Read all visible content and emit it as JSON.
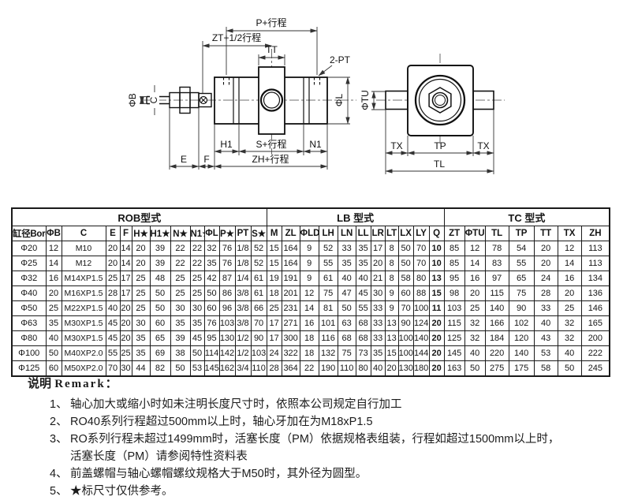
{
  "diagrams": {
    "side_view": {
      "dim_p": "P+行程",
      "dim_zt": "ZT+1/2行程",
      "dim_tt": "TT",
      "dim_2pt": "2-PT",
      "dim_phiB": "ΦB",
      "dim_c": "C",
      "dim_phiL": "ΦL",
      "dim_h1": "H1",
      "dim_s": "S+行程",
      "dim_n1": "N1",
      "dim_e": "E",
      "dim_f": "F",
      "dim_zh": "ZH+行程"
    },
    "end_view": {
      "dim_phiTU": "ΦTU",
      "dim_tx_left": "TX",
      "dim_tp": "TP",
      "dim_tx_right": "TX",
      "dim_tl": "TL"
    }
  },
  "table": {
    "groups": [
      {
        "label": "ROB型式",
        "span": 13
      },
      {
        "label": "LB 型式",
        "span": 11
      },
      {
        "label": "TC 型式",
        "span": 7
      }
    ],
    "columns": [
      "缸径Bore",
      "ΦB",
      "C",
      "E",
      "F",
      "H★",
      "H1★",
      "N★",
      "N1★",
      "ΦL",
      "P★",
      "PT",
      "S★",
      "M",
      "ZL",
      "ΦLD",
      "LH",
      "LN",
      "LL",
      "LR",
      "LT",
      "LX",
      "LY",
      "Q",
      "ZT",
      "ΦTU",
      "TL",
      "TP",
      "TT",
      "TX",
      "ZH"
    ],
    "rows": [
      [
        "Φ20",
        "12",
        "M10",
        "20",
        "14",
        "20",
        "39",
        "22",
        "22",
        "32",
        "76",
        "1/8",
        "52",
        "15",
        "164",
        "9",
        "52",
        "33",
        "35",
        "17",
        "8",
        "50",
        "70",
        "10",
        "85",
        "12",
        "78",
        "54",
        "20",
        "12",
        "113"
      ],
      [
        "Φ25",
        "14",
        "M12",
        "20",
        "14",
        "20",
        "39",
        "22",
        "22",
        "35",
        "76",
        "1/8",
        "52",
        "15",
        "164",
        "9",
        "55",
        "35",
        "35",
        "20",
        "8",
        "50",
        "70",
        "10",
        "85",
        "14",
        "83",
        "55",
        "20",
        "14",
        "113"
      ],
      [
        "Φ32",
        "16",
        "M14XP1.5",
        "25",
        "17",
        "25",
        "48",
        "25",
        "25",
        "42",
        "87",
        "1/4",
        "61",
        "19",
        "191",
        "9",
        "61",
        "40",
        "40",
        "21",
        "8",
        "58",
        "80",
        "13",
        "95",
        "16",
        "97",
        "65",
        "24",
        "16",
        "134"
      ],
      [
        "Φ40",
        "20",
        "M16XP1.5",
        "28",
        "17",
        "25",
        "50",
        "25",
        "25",
        "50",
        "86",
        "3/8",
        "61",
        "18",
        "201",
        "12",
        "75",
        "47",
        "45",
        "30",
        "9",
        "60",
        "88",
        "15",
        "98",
        "20",
        "115",
        "75",
        "28",
        "20",
        "136"
      ],
      [
        "Φ50",
        "25",
        "M22XP1.5",
        "40",
        "20",
        "25",
        "50",
        "30",
        "30",
        "60",
        "96",
        "3/8",
        "66",
        "25",
        "231",
        "14",
        "81",
        "50",
        "55",
        "33",
        "9",
        "70",
        "100",
        "11",
        "103",
        "25",
        "140",
        "90",
        "33",
        "25",
        "146"
      ],
      [
        "Φ63",
        "35",
        "M30XP1.5",
        "45",
        "20",
        "30",
        "60",
        "35",
        "35",
        "76",
        "103",
        "3/8",
        "70",
        "17",
        "271",
        "16",
        "101",
        "63",
        "68",
        "33",
        "13",
        "90",
        "124",
        "20",
        "115",
        "32",
        "166",
        "102",
        "40",
        "32",
        "165"
      ],
      [
        "Φ80",
        "40",
        "M30XP1.5",
        "45",
        "20",
        "35",
        "65",
        "39",
        "45",
        "95",
        "130",
        "1/2",
        "90",
        "17",
        "300",
        "18",
        "116",
        "68",
        "68",
        "33",
        "13",
        "100",
        "140",
        "20",
        "125",
        "32",
        "184",
        "120",
        "43",
        "32",
        "200"
      ],
      [
        "Φ100",
        "50",
        "M40XP2.0",
        "55",
        "25",
        "35",
        "69",
        "38",
        "50",
        "114",
        "142",
        "1/2",
        "103",
        "24",
        "322",
        "18",
        "132",
        "75",
        "73",
        "35",
        "15",
        "100",
        "144",
        "20",
        "145",
        "40",
        "220",
        "140",
        "53",
        "40",
        "222"
      ],
      [
        "Φ125",
        "60",
        "M50XP2.0",
        "70",
        "30",
        "44",
        "82",
        "50",
        "53",
        "145",
        "162",
        "3/4",
        "110",
        "28",
        "364",
        "22",
        "190",
        "110",
        "80",
        "40",
        "20",
        "130",
        "180",
        "20",
        "163",
        "50",
        "275",
        "175",
        "58",
        "50",
        "245"
      ]
    ]
  },
  "remarks": {
    "title_cn": "说明",
    "title_en": "Remark：",
    "items": [
      {
        "num": "1、",
        "text": "轴心加大或缩小时如未注明长度尺寸时，依照本公司规定自行加工"
      },
      {
        "num": "2、",
        "text": "RO40系列行程超过500mm以上时，轴心牙加在为M18xP1.5"
      },
      {
        "num": "3、",
        "text": "RO系列行程未超过1499mm时，活塞长度（PM）依据规格表组装，行程如超过1500mm以上时，",
        "text2": "活塞长度（PM）请参阅特性资料表"
      },
      {
        "num": "4、",
        "text": "前盖螺帽与轴心螺帽螺纹规格大于M50时，其外径为圆型。"
      },
      {
        "num": "5、",
        "text": "★标尺寸仅供参考。"
      }
    ]
  }
}
